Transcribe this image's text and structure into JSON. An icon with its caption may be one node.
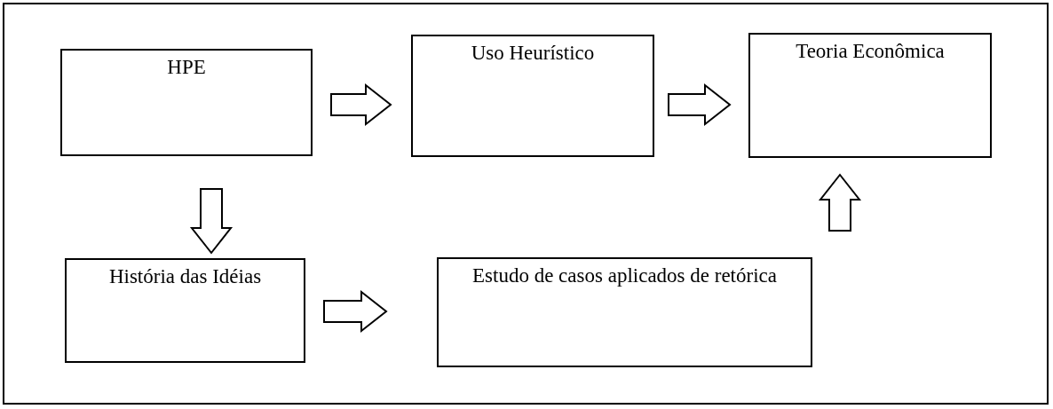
{
  "diagram": {
    "nodes": [
      {
        "text": [
          "HPE"
        ]
      },
      {
        "text": [
          "Uso Heurístico"
        ]
      },
      {
        "text": [
          "Teoria Econômica"
        ]
      },
      {
        "text": [
          "História das Idéias"
        ]
      },
      {
        "text": [
          "Estudo de casos aplicados de retórica"
        ]
      }
    ],
    "edges": [
      {
        "from": 0,
        "to": 1,
        "arrow": "to"
      },
      {
        "from": 1,
        "to": 2,
        "arrow": "to"
      },
      {
        "from": 0,
        "to": 3,
        "arrow": "to"
      },
      {
        "from": 3,
        "to": 4,
        "arrow": "to"
      },
      {
        "from": 4,
        "to": 2,
        "arrow": "to"
      }
    ]
  }
}
